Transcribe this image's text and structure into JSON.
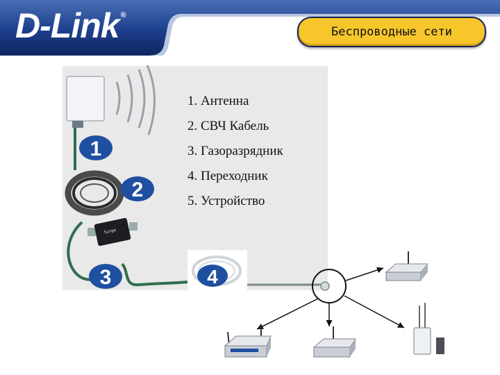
{
  "header": {
    "logo_text": "D-Link",
    "logo_mark": "®",
    "title": "Беспроводные сети"
  },
  "legend": {
    "items": [
      "1. Антенна",
      "2. СВЧ Кабель",
      "3. Газоразрядник",
      "4. Переходник",
      "5. Устройство"
    ]
  },
  "badges": [
    "1",
    "2",
    "3",
    "4"
  ],
  "colors": {
    "header_blue": "#1d3f8c",
    "pill_yellow": "#f7c62a",
    "cable_green": "#2f6e4e",
    "badge_blue": "#1f4fa0"
  },
  "icons": [
    "antenna-icon",
    "coax-cable-icon",
    "surge-arrester-icon",
    "adapter-cable-icon",
    "router-icon",
    "access-point-icon"
  ]
}
